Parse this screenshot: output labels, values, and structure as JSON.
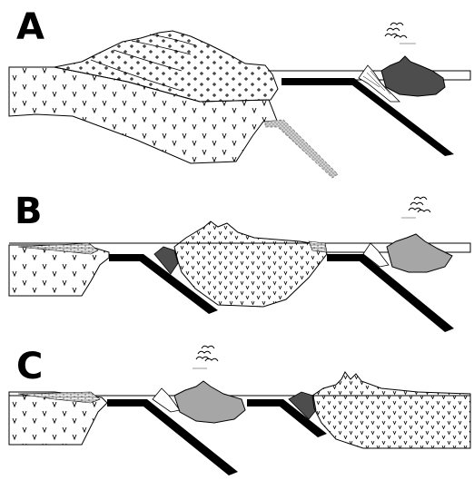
{
  "panels": [
    {
      "label": "A"
    },
    {
      "label": "B"
    },
    {
      "label": "C"
    }
  ],
  "colors": {
    "slab": "#000000",
    "dark_volcanic": "#4d4d4d",
    "light_volcanic": "#a6a6a6",
    "subducted_dashed": "#bdbdbd",
    "fill_background": "#ffffff",
    "stroke": "#000000"
  }
}
